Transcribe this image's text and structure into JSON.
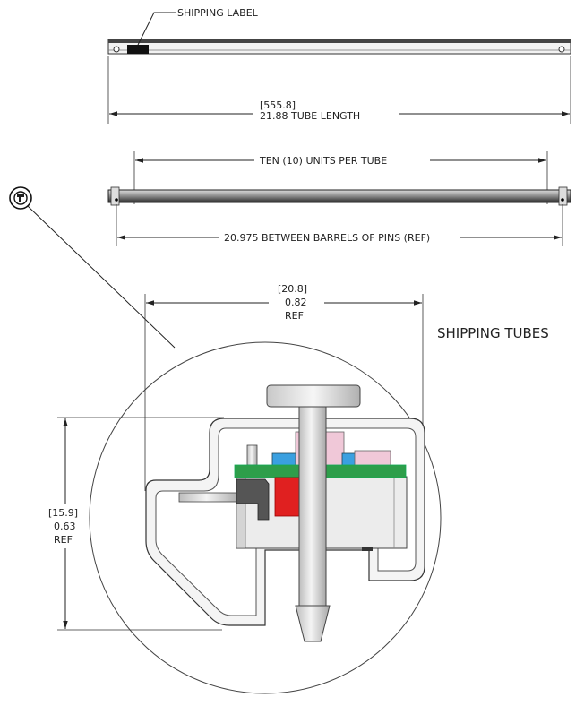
{
  "labels": {
    "shipping_label": "SHIPPING LABEL",
    "tube_length_metric": "[555.8]",
    "tube_length": "21.88  TUBE LENGTH",
    "units_per_tube": "TEN (10) UNITS PER TUBE",
    "between_pins": "20.975 BETWEEN BARRELS OF PINS (REF)",
    "width_metric": "[20.8]",
    "width_inch": "0.82",
    "width_ref": "REF",
    "height_metric": "[15.9]",
    "height_inch": "0.63",
    "height_ref": "REF",
    "title": "SHIPPING TUBES"
  },
  "colors": {
    "pcb_green": "#2e9e4a",
    "connector_red": "#e02020",
    "component_pink": "#f0c8d8",
    "component_blue": "#3aa0e0",
    "bracket_dark": "#555555",
    "tube_gray": "#b8b8b8"
  }
}
